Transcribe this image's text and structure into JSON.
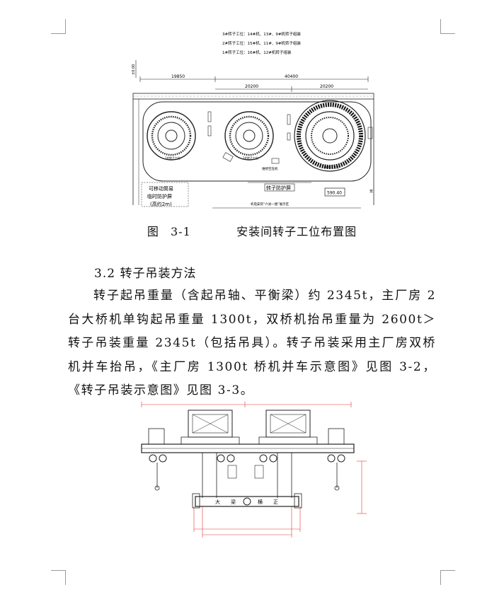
{
  "figure1": {
    "legend_lines": [
      "3#转子工位：14#机、13#、9#机转子组装",
      "2#转子工位：15#机、11#、9#机转子组装",
      "1#转子工位：16#机、12#机转子组装"
    ],
    "side_dimension": "±0.00",
    "dimensions": [
      "19850",
      "40400",
      "20200",
      "20200"
    ],
    "rotor_labels": [
      "1#转子工位",
      "2#转子工位",
      "3#转子工位"
    ],
    "labels": {
      "rotor_guard_screen": "转子防护屏",
      "removable_barrier": "可移动筒易",
      "temporary_barrier": "临时防护屏",
      "height_note": "(高约2m)",
      "elevation": "590.40",
      "display_zone": "机电安装“六洲一图”展示区",
      "maintenance_area": "维修空压机",
      "right_edge": "安"
    },
    "caption": "图 3-1    安装间转子工位布置图"
  },
  "section": {
    "heading": "3.2 转子吊装方法",
    "paragraph": "转子起吊重量（含起吊轴、平衡梁）约 2345t，主厂房 2 台大桥机单钩起吊重量 1300t，双桥机抬吊重量为 2600t＞转子吊装重量 2345t（包括吊具）。转子吊装采用主厂房双桥机并车抬吊，《主厂房 1300t 桥机并车示意图》见图 3-2，《转子吊装示意图》见图 3-3。"
  },
  "figure2": {
    "beam_labels": [
      "大",
      "梁",
      "横",
      "正"
    ],
    "colors": {
      "dimension": "#e83232",
      "line": "#222222"
    }
  }
}
